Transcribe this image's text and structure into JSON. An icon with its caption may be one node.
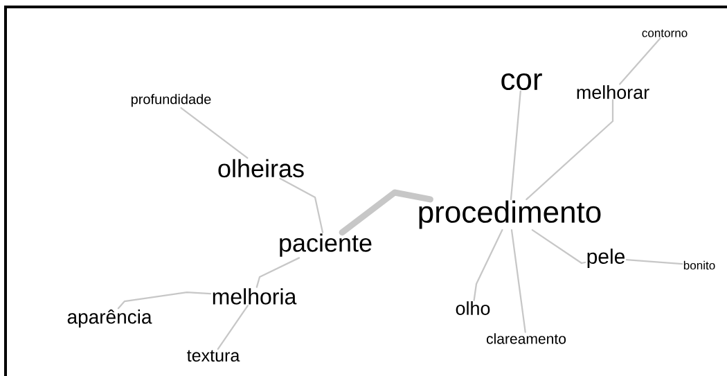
{
  "diagram": {
    "nodes": [
      {
        "text": [
          "contorno"
        ]
      },
      {
        "text": [
          "cor"
        ]
      },
      {
        "text": [
          "melhorar"
        ]
      },
      {
        "text": [
          "profundidade"
        ]
      },
      {
        "text": [
          "olheiras"
        ]
      },
      {
        "text": [
          "procedimento"
        ]
      },
      {
        "text": [
          "paciente"
        ]
      },
      {
        "text": [
          "pele"
        ]
      },
      {
        "text": [
          "bonito"
        ]
      },
      {
        "text": [
          "melhoria"
        ]
      },
      {
        "text": [
          "olho"
        ]
      },
      {
        "text": [
          "aparência"
        ]
      },
      {
        "text": [
          "clareamento"
        ]
      },
      {
        "text": [
          "textura"
        ]
      }
    ],
    "edges": [
      {
        "from": 6,
        "to": 5,
        "arrow": "none",
        "style": "thick"
      },
      {
        "from": 5,
        "to": 1,
        "arrow": "none"
      },
      {
        "from": 5,
        "to": 2,
        "arrow": "none"
      },
      {
        "from": 2,
        "to": 0,
        "arrow": "none"
      },
      {
        "from": 5,
        "to": 7,
        "arrow": "none"
      },
      {
        "from": 7,
        "to": 8,
        "arrow": "none"
      },
      {
        "from": 5,
        "to": 10,
        "arrow": "none"
      },
      {
        "from": 5,
        "to": 12,
        "arrow": "none"
      },
      {
        "from": 6,
        "to": 4,
        "arrow": "none"
      },
      {
        "from": 4,
        "to": 3,
        "arrow": "none"
      },
      {
        "from": 6,
        "to": 9,
        "arrow": "none"
      },
      {
        "from": 9,
        "to": 11,
        "arrow": "none"
      },
      {
        "from": 9,
        "to": 13,
        "arrow": "none"
      }
    ]
  }
}
